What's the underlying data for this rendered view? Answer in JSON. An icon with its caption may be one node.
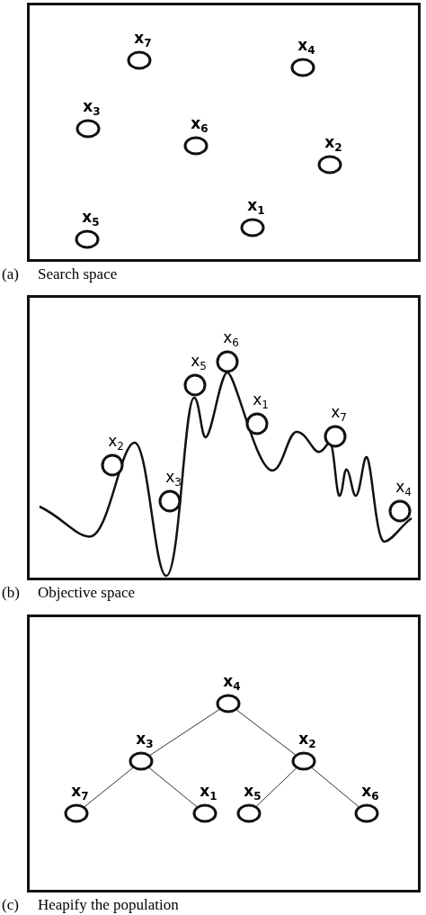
{
  "diagram": {
    "nodes": [
      {
        "text": [
          "(a)",
          "Search space"
        ]
      },
      {
        "text": [
          "x$_{7}$"
        ],
        "in": 0
      },
      {
        "text": [
          "x$_{4}$"
        ],
        "in": 0
      },
      {
        "text": [
          "x$_{3}$"
        ],
        "in": 0
      },
      {
        "text": [
          "x$_{6}$"
        ],
        "in": 0
      },
      {
        "text": [
          "x$_{2}$"
        ],
        "in": 0
      },
      {
        "text": [
          "x$_{1}$"
        ],
        "in": 0
      },
      {
        "text": [
          "x$_{5}$"
        ],
        "in": 0
      },
      {
        "text": [
          "(b)",
          "Objective space"
        ]
      },
      {
        "text": [
          "x$_{2}$"
        ],
        "in": 8
      },
      {
        "text": [
          "x$_{3}$"
        ],
        "in": 8
      },
      {
        "text": [
          "x$_{5}$"
        ],
        "in": 8
      },
      {
        "text": [
          "x$_{6}$"
        ],
        "in": 8
      },
      {
        "text": [
          "x$_{1}$"
        ],
        "in": 8
      },
      {
        "text": [
          "x$_{7}$"
        ],
        "in": 8
      },
      {
        "text": [
          "x$_{4}$"
        ],
        "in": 8
      },
      {
        "text": [
          "(c)",
          "Heapify the population"
        ]
      },
      {
        "text": [
          "x$_{4}$"
        ],
        "in": 16
      },
      {
        "text": [
          "x$_{3}$"
        ],
        "in": 16
      },
      {
        "text": [
          "x$_{2}$"
        ],
        "in": 16
      },
      {
        "text": [
          "x$_{7}$"
        ],
        "in": 16
      },
      {
        "text": [
          "x$_{1}$"
        ],
        "in": 16
      },
      {
        "text": [
          "x$_{5}$"
        ],
        "in": 16
      },
      {
        "text": [
          "x$_{6}$"
        ],
        "in": 16
      }
    ],
    "edges": [
      {
        "from": 17,
        "to": 18,
        "arrow": "none"
      },
      {
        "from": 17,
        "to": 19,
        "arrow": "none"
      },
      {
        "from": 18,
        "to": 20,
        "arrow": "none"
      },
      {
        "from": 18,
        "to": 21,
        "arrow": "none"
      },
      {
        "from": 19,
        "to": 22,
        "arrow": "none"
      },
      {
        "from": 19,
        "to": 23,
        "arrow": "none"
      }
    ]
  }
}
